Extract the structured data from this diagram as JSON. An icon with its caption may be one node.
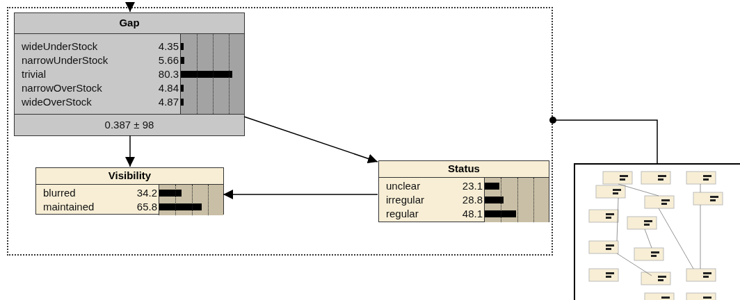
{
  "diagram": {
    "nodes": [
      {
        "text": [],
        "shape": "box"
      },
      {
        "text": [
          "Gap",
          "wideUnderStock",
          "4.35",
          "narrowUnderStock",
          "5.66",
          "trivial",
          "80.3",
          "narrowOverStock",
          "4.84",
          "wideOverStock",
          "4.87",
          "0.387 ± 98"
        ],
        "in": 0
      },
      {
        "text": [
          "Visibility",
          "blurred",
          "34.2",
          "maintained",
          "65.8"
        ],
        "in": 0
      },
      {
        "text": [
          "Status",
          "unclear",
          "23.1",
          "irregular",
          "28.8",
          "regular",
          "48.1"
        ],
        "in": 0
      },
      {
        "text": [],
        "shape": "picture"
      }
    ],
    "edges": [
      {
        "from": null,
        "to": 1,
        "arrow": "to"
      },
      {
        "from": 1,
        "to": 2,
        "arrow": "to"
      },
      {
        "from": 1,
        "to": 3,
        "arrow": "to"
      },
      {
        "from": 3,
        "to": 2,
        "arrow": "to"
      },
      {
        "from": 0,
        "to": 4,
        "arrow": "other"
      }
    ]
  }
}
